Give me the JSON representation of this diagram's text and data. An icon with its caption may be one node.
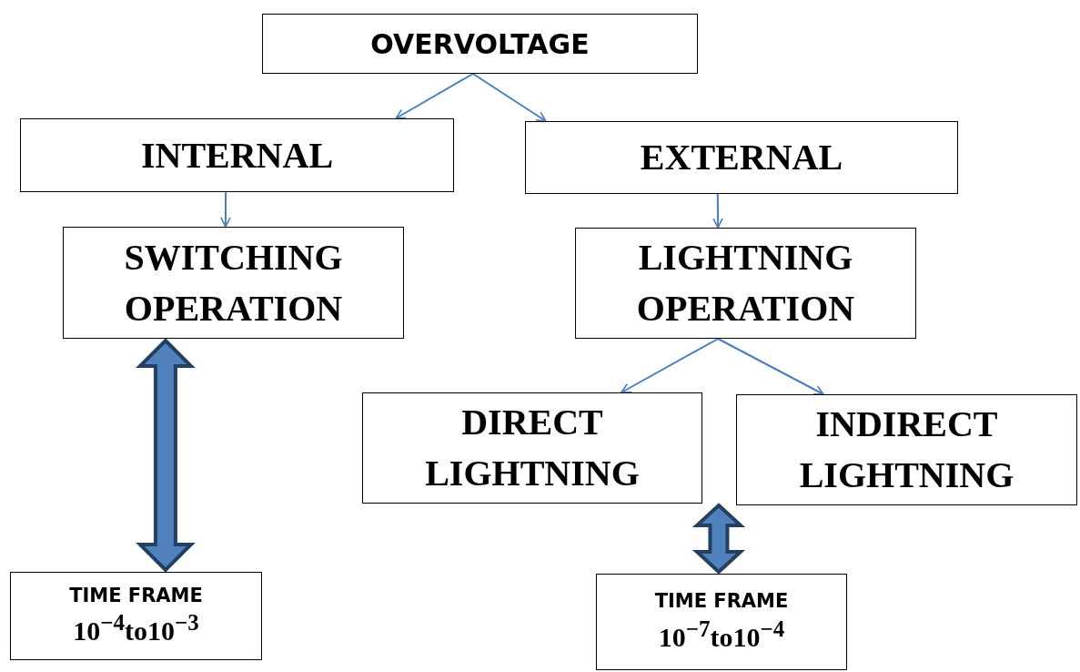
{
  "diagram": {
    "nodes": [
      {
        "text": [
          "OVERVOLTAGE"
        ]
      },
      {
        "text": [
          "INTERNAL"
        ]
      },
      {
        "text": [
          "EXTERNAL"
        ]
      },
      {
        "text": [
          "SWITCHING OPERATION"
        ]
      },
      {
        "text": [
          "LIGHTNING OPERATION"
        ]
      },
      {
        "text": [
          "DIRECT LIGHTNING"
        ]
      },
      {
        "text": [
          "INDIRECT LIGHTNING"
        ]
      },
      {
        "text": [
          "TIME FRAME",
          "10$^{−4}$to10$^{−3}$"
        ]
      },
      {
        "text": [
          "TIME FRAME",
          "10$^{−7}$to10$^{−4}$"
        ]
      }
    ],
    "edges": [
      {
        "from": 0,
        "to": 1,
        "arrow": "to"
      },
      {
        "from": 0,
        "to": 2,
        "arrow": "to"
      },
      {
        "from": 1,
        "to": 3,
        "arrow": "to"
      },
      {
        "from": 2,
        "to": 4,
        "arrow": "to"
      },
      {
        "from": 4,
        "to": 5,
        "arrow": "to"
      },
      {
        "from": 4,
        "to": 6,
        "arrow": "to"
      },
      {
        "from": 3,
        "to": 7,
        "arrow": "both",
        "style": "thick"
      },
      {
        "from": null,
        "to": 8,
        "arrow": "both",
        "style": "thick"
      }
    ]
  }
}
